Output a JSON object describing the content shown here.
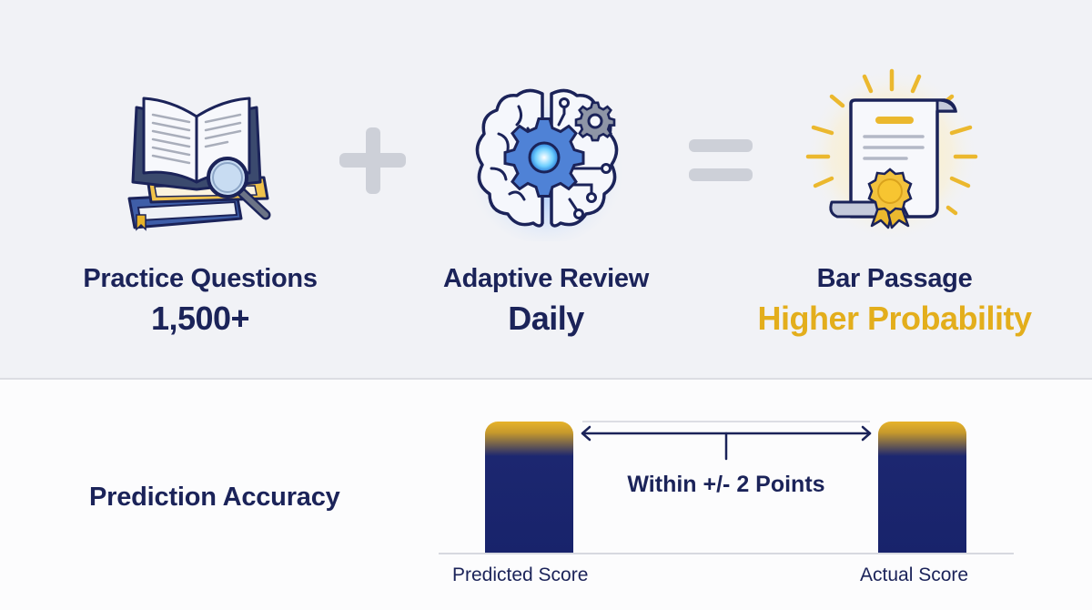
{
  "equation": {
    "items": [
      {
        "title": "Practice Questions",
        "value": "1,500+",
        "icon": "open-book-magnifier-icon"
      },
      {
        "title": "Adaptive Review",
        "value": "Daily",
        "icon": "brain-gear-icon"
      },
      {
        "title": "Bar Passage",
        "value": "Higher Probability",
        "icon": "certificate-ribbon-icon"
      }
    ],
    "operators": [
      "plus",
      "equals"
    ]
  },
  "accuracy": {
    "heading": "Prediction Accuracy",
    "annotation": "Within +/- 2 Points",
    "bars": [
      {
        "label": "Predicted Score"
      },
      {
        "label": "Actual Score"
      }
    ]
  },
  "colors": {
    "navy": "#1b2359",
    "gold": "#e3ae1c",
    "blue": "#3d7be0",
    "operator_gray": "#cdd0d8"
  }
}
